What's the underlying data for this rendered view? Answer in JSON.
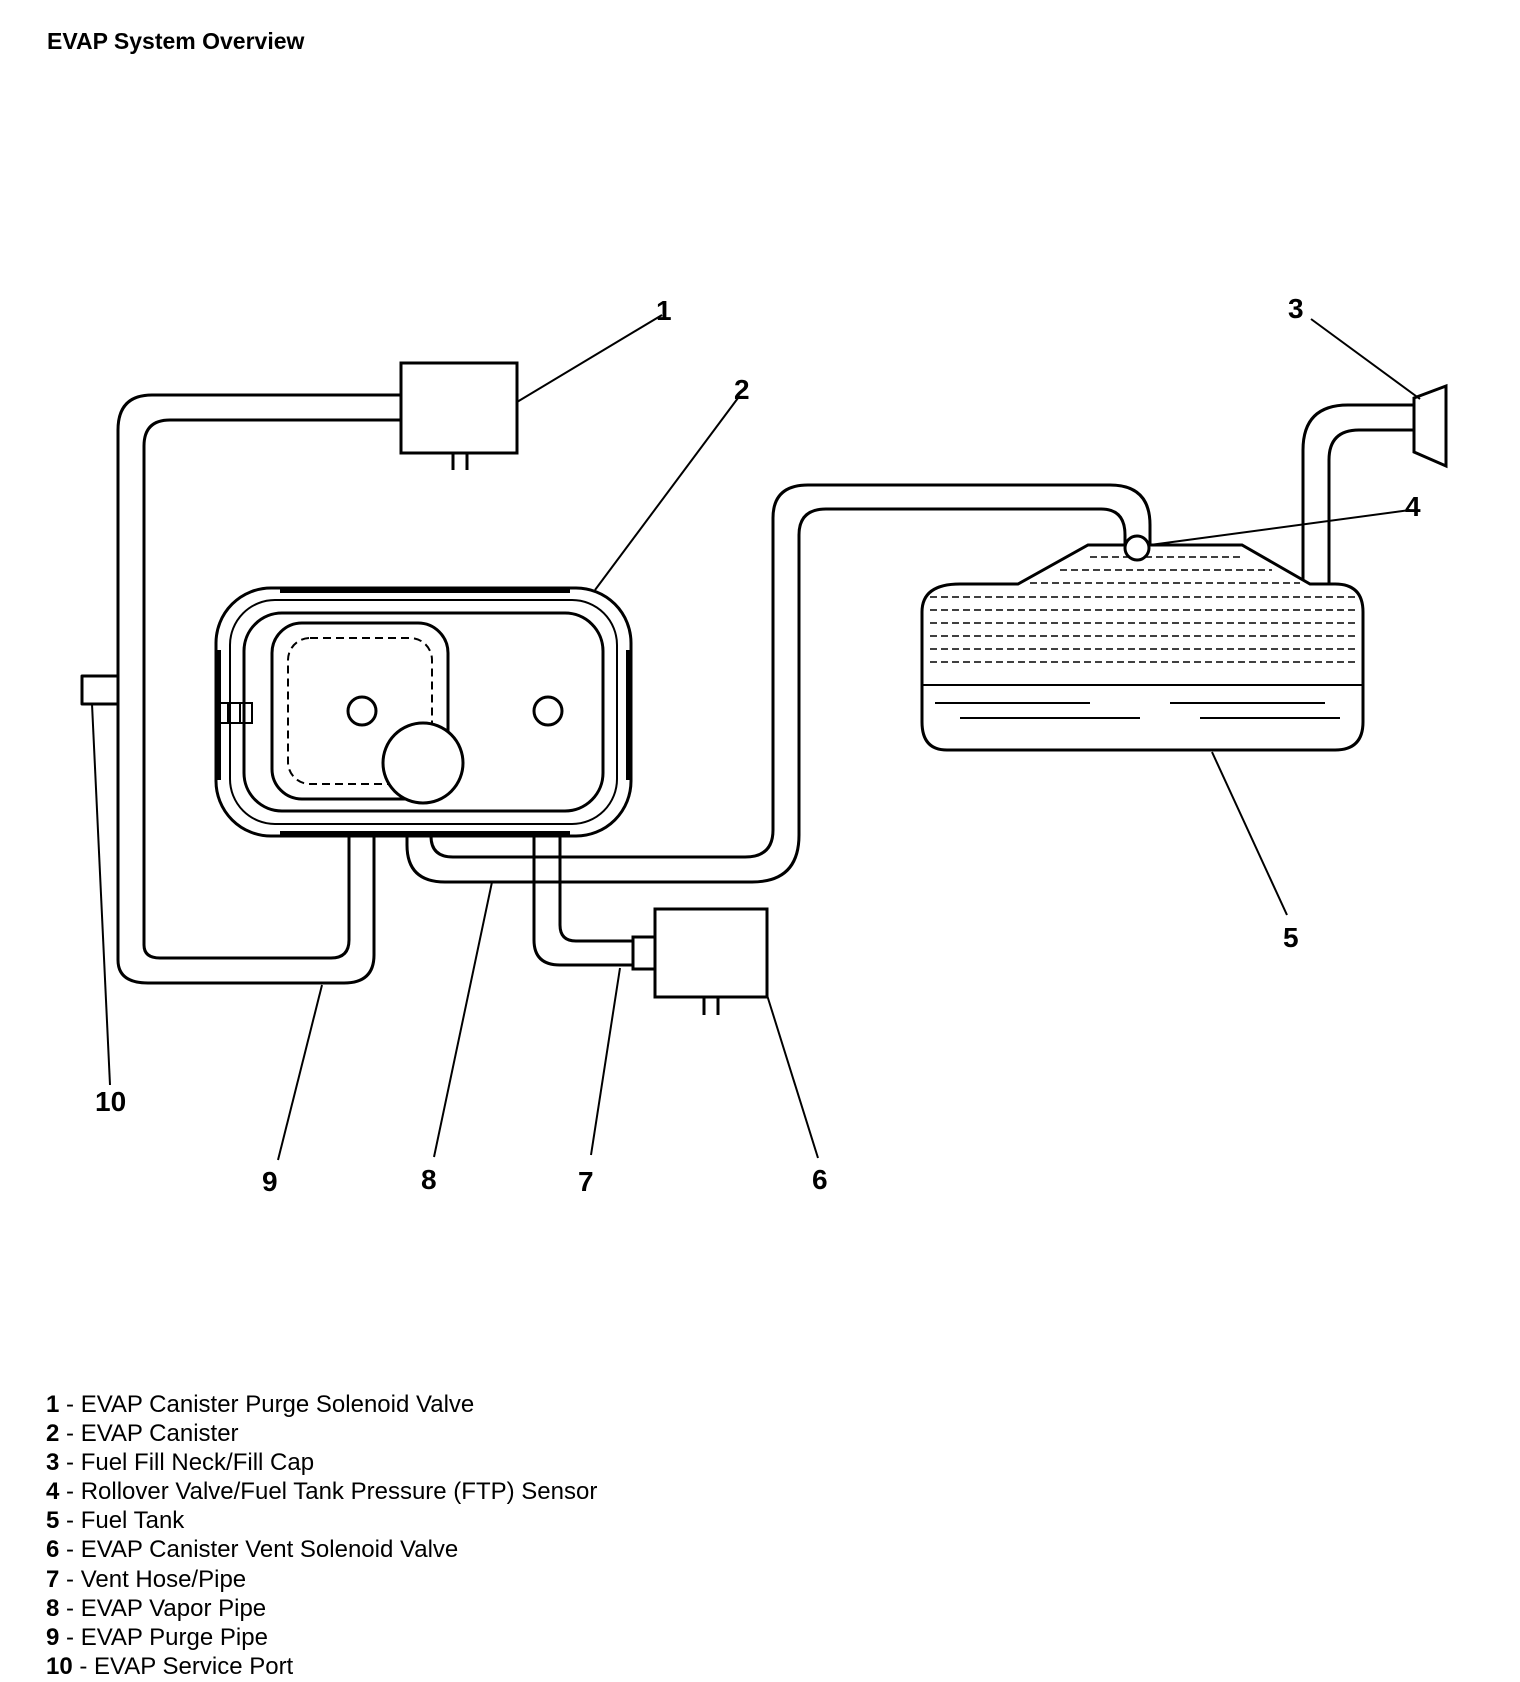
{
  "title": "EVAP System Overview",
  "callouts": [
    {
      "id": "1",
      "label": "1"
    },
    {
      "id": "2",
      "label": "2"
    },
    {
      "id": "3",
      "label": "3"
    },
    {
      "id": "4",
      "label": "4"
    },
    {
      "id": "5",
      "label": "5"
    },
    {
      "id": "6",
      "label": "6"
    },
    {
      "id": "7",
      "label": "7"
    },
    {
      "id": "8",
      "label": "8"
    },
    {
      "id": "9",
      "label": "9"
    },
    {
      "id": "10",
      "label": "10"
    }
  ],
  "legend": [
    {
      "num": "1",
      "text": "EVAP Canister Purge Solenoid Valve"
    },
    {
      "num": "2",
      "text": "EVAP Canister"
    },
    {
      "num": "3",
      "text": "Fuel Fill Neck/Fill Cap"
    },
    {
      "num": "4",
      "text": "Rollover Valve/Fuel Tank Pressure (FTP) Sensor"
    },
    {
      "num": "5",
      "text": "Fuel Tank"
    },
    {
      "num": "6",
      "text": "EVAP Canister Vent Solenoid Valve"
    },
    {
      "num": "7",
      "text": "Vent Hose/Pipe"
    },
    {
      "num": "8",
      "text": "EVAP Vapor Pipe"
    },
    {
      "num": "9",
      "text": "EVAP Purge Pipe"
    },
    {
      "num": "10",
      "text": "EVAP Service Port"
    }
  ],
  "legend_separator": " - ",
  "colors": {
    "line": "#000000",
    "background": "#ffffff"
  }
}
